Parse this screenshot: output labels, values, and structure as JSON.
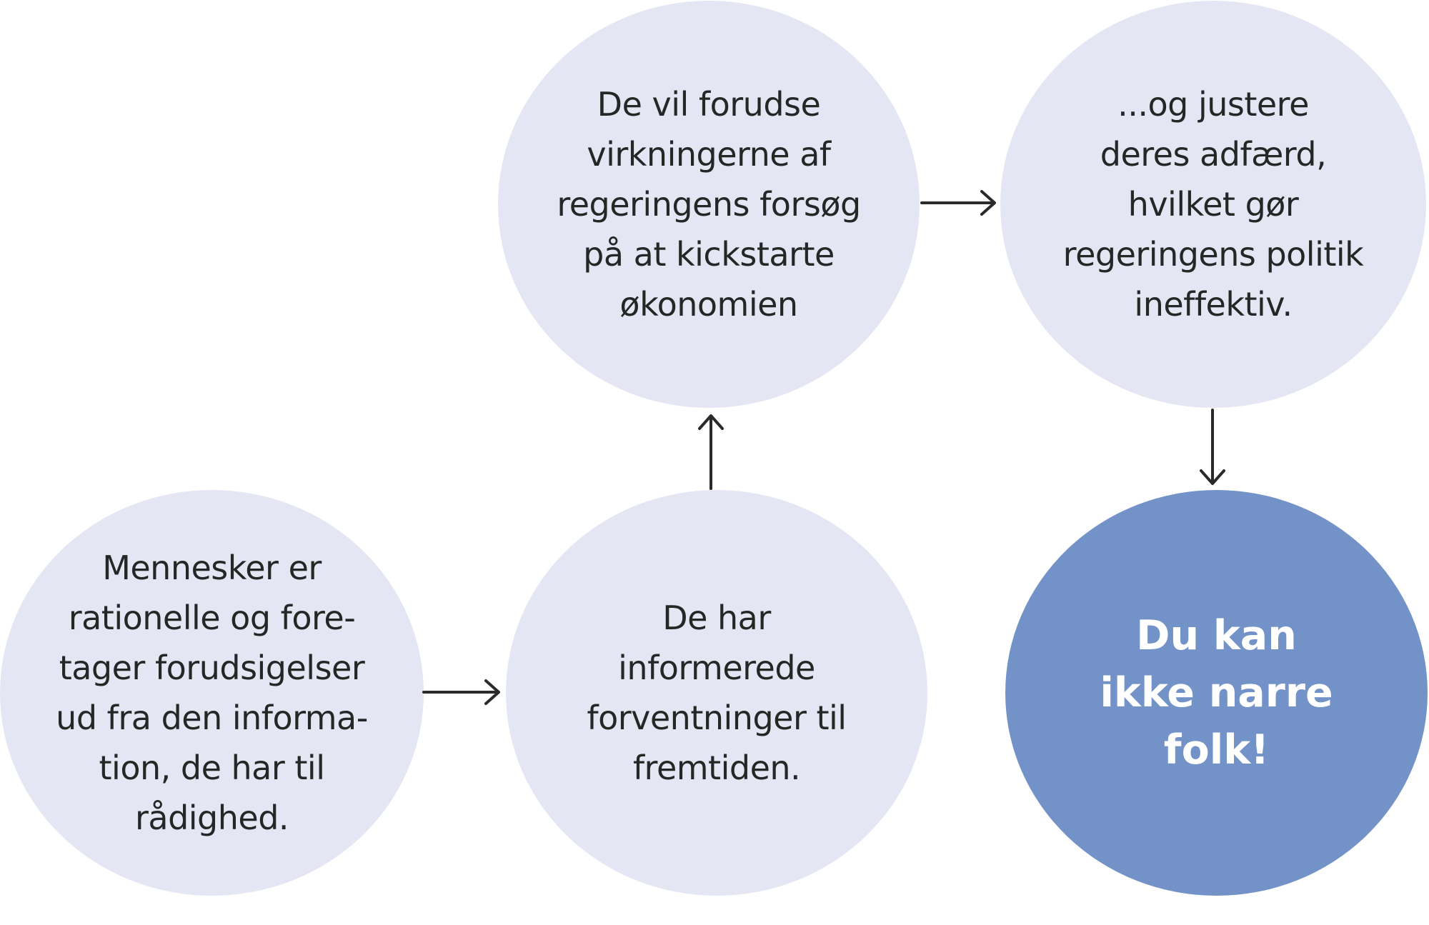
{
  "nodes": {
    "bottom_left": {
      "lines": [
        "Mennesker er",
        "rationelle og fore-",
        "tager forudsigelser",
        "ud fra den informa-",
        "tion, de har til",
        "rådighed."
      ]
    },
    "bottom_middle": {
      "lines": [
        "De har",
        "informerede",
        "forventninger til",
        "fremtiden."
      ]
    },
    "top_middle": {
      "lines": [
        "De vil forudse",
        "virkningerne af",
        "regeringens forsøg",
        "på at kickstarte",
        "økonomien"
      ]
    },
    "top_right": {
      "lines": [
        "...og justere",
        "deres adfærd,",
        "hvilket gør",
        "regeringens politik",
        "ineffektiv."
      ]
    },
    "bottom_right": {
      "lines": [
        "Du kan",
        "ikke narre",
        "folk!"
      ]
    }
  },
  "colors": {
    "light_circle": "#e4e7f3",
    "dark_circle": "#7393c8",
    "text": "#262626",
    "arrow": "#2a2a2a"
  }
}
